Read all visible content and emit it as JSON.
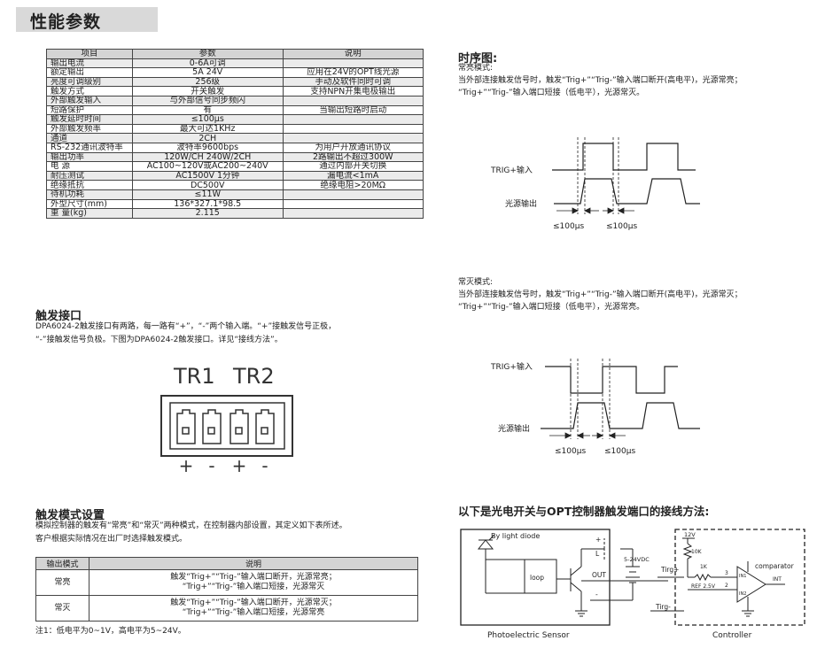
{
  "page_title": "性能参数",
  "param_table": {
    "headers": [
      "项目",
      "参数",
      "说明"
    ],
    "rows": [
      [
        "输出电流",
        "0-6A可调",
        ""
      ],
      [
        "额定输出",
        "5A 24V",
        "应用在24V的OPT线光源"
      ],
      [
        "亮度可调级别",
        "256级",
        "手动及软件同时可调"
      ],
      [
        "触发方式",
        "开关触发",
        "支持NPN开集电极输出"
      ],
      [
        "外部触发输入",
        "与外部信号同步频闪",
        ""
      ],
      [
        "短路保护",
        "有",
        "当输出短路时启动"
      ],
      [
        "触发延时时间",
        "≤100μs",
        ""
      ],
      [
        "外部触发频率",
        "最大可达1KHz",
        ""
      ],
      [
        "通道",
        "2CH",
        ""
      ],
      [
        "RS-232通讯波特率",
        "波特率9600bps",
        "为用户开放通讯协议"
      ],
      [
        "输出功率",
        "120W/CH 240W/2CH",
        "2路输出不超过300W"
      ],
      [
        "电 源",
        "AC100~120V或AC200~240V",
        "通过内部开关切换"
      ],
      [
        "耐压测试",
        "AC1500V 1分钟",
        "漏电流<1mA"
      ],
      [
        "绝缘抵抗",
        "DC500V",
        "绝缘电阻>20MΩ"
      ],
      [
        "待机功耗",
        "≤11W",
        ""
      ],
      [
        "外型尺寸(mm)",
        "136*327.1*98.5",
        ""
      ],
      [
        "重 量(kg)",
        "2.115",
        ""
      ]
    ]
  },
  "trigger_port": {
    "heading": "触发接口",
    "line1": "DPA6024-2触发接口有两路，每一路有“+”，“-”两个输入端。“+”接触发信号正极，",
    "line2": "“-”接触发信号负极。下图为DPA6024-2触发接口。详见“接线方法”。",
    "labels": [
      "TR1",
      "TR2"
    ],
    "polarity": "+ - + -"
  },
  "trigger_mode": {
    "heading": "触发模式设置",
    "line1": "模拟控制器的触发有“常亮”和“常灭”两种模式，在控制器内部设置，其定义如下表所述。",
    "line2": "客户根据实际情况在出厂时选择触发模式。",
    "headers": [
      "输出模式",
      "说明"
    ],
    "rows": [
      {
        "mode": "常亮",
        "l1": "触发“Trig+”“Trig-”输入端口断开，光源常亮；",
        "l2": "“Trig+”“Trig-”输入端口短接，光源常灭"
      },
      {
        "mode": "常灭",
        "l1": "触发“Trig+”“Trig-”输入端口断开，光源常灭；",
        "l2": "“Trig+”“Trig-”输入端口短接，光源常亮"
      }
    ],
    "note": "注1：低电平为0~1V，高电平为5~24V。"
  },
  "timing": {
    "heading": "时序图:",
    "mode1": {
      "title": "常亮模式:",
      "line1": "当外部连接触发信号时，触发“Trig+”“Trig-”输入端口断开(高电平)，光源常亮；",
      "line2": "“Trig+”“Trig-”输入端口短接（低电平），光源常灭。",
      "input_label": "TRIG+输入",
      "output_label": "光源输出",
      "delay1": "≤100μs",
      "delay2": "≤100μs"
    },
    "mode2": {
      "title": "常灭模式:",
      "line1": "当外部连接触发信号时，触发“Trig+”“Trig-”输入端口断开(高电平)，光源常灭；",
      "line2": "“Trig+”“Trig-”输入端口短接（低电平），光源常亮。",
      "input_label": "TRIG+输入",
      "output_label": "光源输出",
      "delay1": "≤100μs",
      "delay2": "≤100μs"
    }
  },
  "wiring": {
    "heading": "以下是光电开关与OPT控制器触发端口的接线方法:",
    "by_light_diode": "By light diode",
    "loop": "loop",
    "plus": "+",
    "L": "L",
    "OUT": "OUT",
    "minus": "-",
    "supply": "5-24VDC",
    "trig_plus": "Tirg+",
    "trig_minus": "Tirg-",
    "v12": "12V",
    "r10k": "10K",
    "r1k": "1K",
    "ref": "REF 2.5V",
    "pin3": "3",
    "pin2": "2",
    "in1": "IN1",
    "in2": "IN2",
    "comparator": "comparator",
    "int_label": "INT",
    "sensor_label": "Photoelectric Sensor",
    "controller_label": "Controller"
  }
}
